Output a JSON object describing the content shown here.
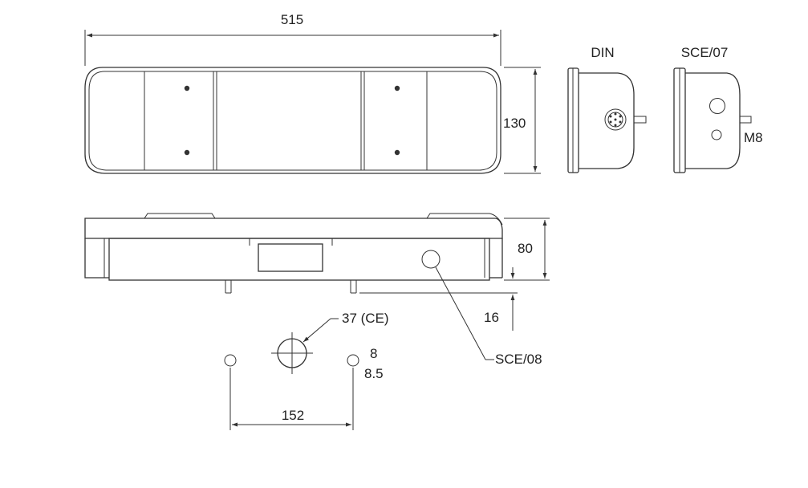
{
  "dimensions": {
    "overall_length": "515",
    "height": "130",
    "depth": "80",
    "stud_length": "16",
    "stud_spacing": "152",
    "hole_diameter": "37 (CE)",
    "stud_hole_1": "8",
    "stud_hole_2": "8.5"
  },
  "connectors": {
    "din": "DIN",
    "sce07": "SCE/07",
    "sce08": "SCE/08",
    "thread": "M8"
  },
  "colors": {
    "line": "#333333",
    "background": "#ffffff"
  }
}
